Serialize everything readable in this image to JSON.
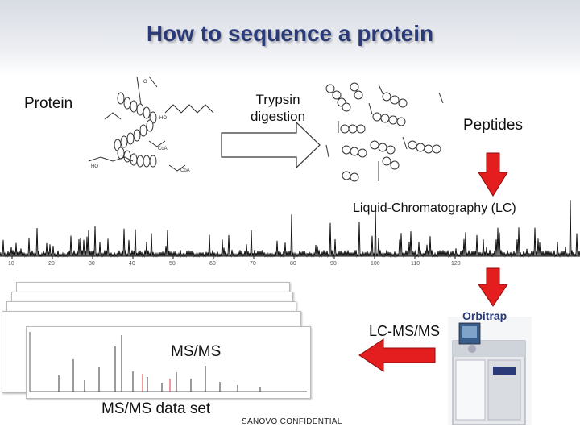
{
  "title": "How to sequence a protein",
  "labels": {
    "protein": "Protein",
    "trypsin_line1": "Trypsin",
    "trypsin_line2": "digestion",
    "peptides": "Peptides",
    "lc": "Liquid-Chromatography (LC)",
    "orbitrap": "Orbitrap",
    "lc_ms_ms": "LC-MS/MS",
    "ms_ms": "MS/MS",
    "ms_ms_data_set": "MS/MS data set",
    "footer": "SANOVO CONFIDENTIAL"
  },
  "chromatogram_ticks": [
    "10",
    "20",
    "30",
    "40",
    "50",
    "60",
    "70",
    "80",
    "90",
    "100",
    "110",
    "120"
  ],
  "colors": {
    "title": "#2a3a78",
    "arrow_red": "#e41e1e",
    "arrow_red_dark": "#b50e0e",
    "chromatogram": "#111111"
  },
  "icons": [
    "down-arrow-icon",
    "left-arrow-icon",
    "right-arrow-icon",
    "orbitrap-instrument-icon",
    "molecule-structure-icon"
  ]
}
